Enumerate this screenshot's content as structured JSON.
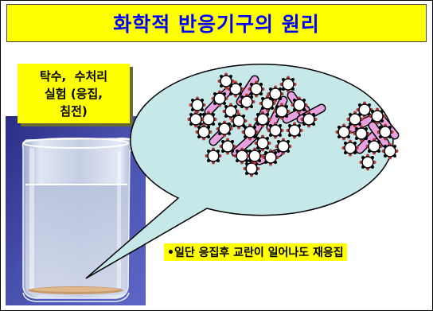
{
  "slide": {
    "title": "화학적 반응기구의 원리",
    "label_lines": [
      "탁수,  수처리",
      "실험 (응집,",
      "침전)"
    ],
    "note": "•일단 응집후 교란이 일어나도 재응집"
  },
  "colors": {
    "title_bg": "#ffff00",
    "title_text": "#0000ff",
    "bubble_fill": "#c6e8e8",
    "floc_bar": "#e8a2e0",
    "photo_bg": "#3a3f9a"
  },
  "icons": [
    "beaker-photo",
    "floc-particle-cluster"
  ]
}
